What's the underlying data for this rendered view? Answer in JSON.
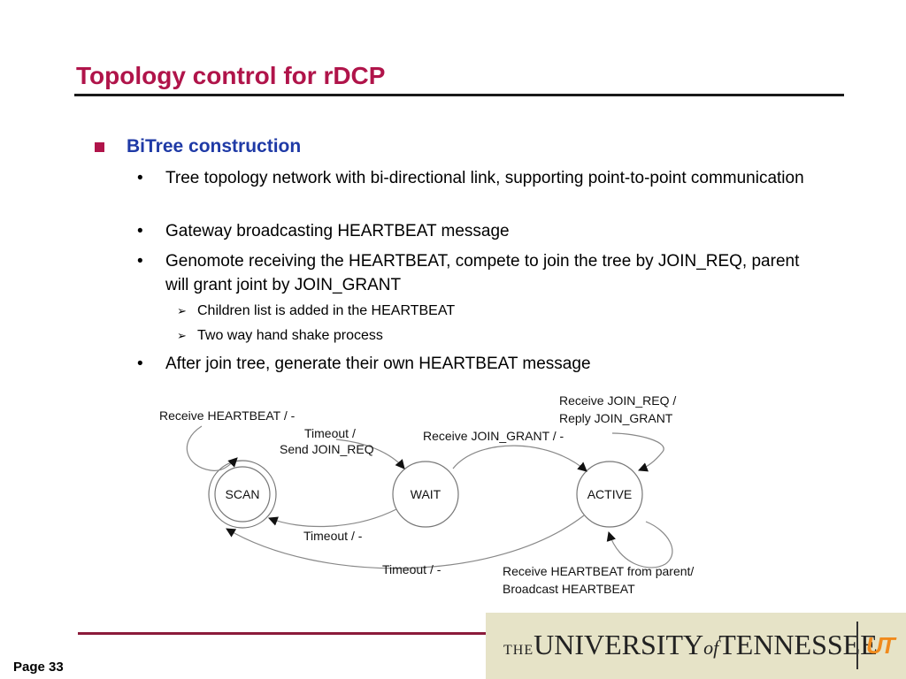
{
  "title": "Topology control for rDCP",
  "section": {
    "heading": "BiTree construction",
    "bullets": [
      {
        "text": "Tree topology network with bi-directional link, supporting point-to-point communication"
      },
      {
        "text": "Gateway broadcasting HEARTBEAT message"
      },
      {
        "text": "Genomote receiving the HEARTBEAT, compete to join the tree by JOIN_REQ, parent will grant joint by JOIN_GRANT"
      },
      {
        "text": "After join tree, generate their own HEARTBEAT message"
      }
    ],
    "subbullets": [
      "Children list is added in the HEARTBEAT",
      "Two way hand shake process"
    ]
  },
  "diagram": {
    "states": {
      "scan": "SCAN",
      "wait": "WAIT",
      "active": "ACTIVE"
    },
    "labels": {
      "scan_self": "Receive HEARTBEAT / -",
      "scan_wait_1": "Timeout /",
      "scan_wait_2": "Send JOIN_REQ",
      "wait_active": "Receive JOIN_GRANT / -",
      "active_self_top_1": "Receive JOIN_REQ /",
      "active_self_top_2": "Reply JOIN_GRANT",
      "wait_scan": "Timeout / -",
      "active_scan": "Timeout / -",
      "active_self_bottom_1": "Receive HEARTBEAT from parent/",
      "active_self_bottom_2": "Broadcast HEARTBEAT"
    }
  },
  "footer": {
    "page": "Page 33",
    "logo_the": "THE",
    "logo_university": "UNIVERSITY",
    "logo_of": "of",
    "logo_tennessee": "TENNESSEE",
    "logo_mark": "UT"
  }
}
